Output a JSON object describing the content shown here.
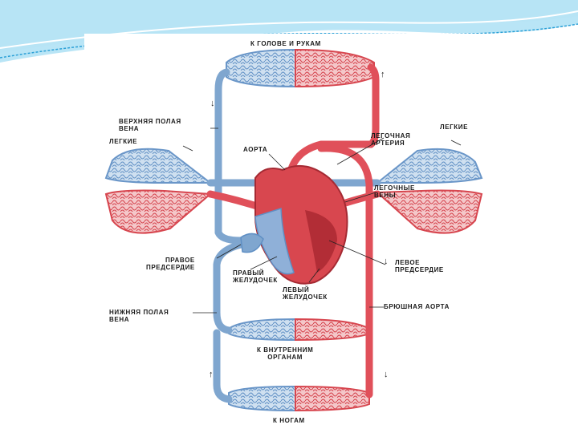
{
  "labels": {
    "to_head_arms": "К ГОЛОВЕ И РУКАМ",
    "superior_vena_cava": [
      "ВЕРХНЯЯ ПОЛАЯ",
      "ВЕНА"
    ],
    "lungs_left": "ЛЕГКИЕ",
    "lungs_right": "ЛЕГКИЕ",
    "aorta": "АОРТА",
    "pulmonary_artery": [
      "ЛЕГОЧНАЯ",
      "АРТЕРИЯ"
    ],
    "pulmonary_veins": [
      "ЛЕГОЧНЫЕ",
      "ВЕНЫ"
    ],
    "right_atrium": [
      "ПРАВОЕ",
      "ПРЕДСЕРДИЕ"
    ],
    "right_ventricle": [
      "ПРАВЫЙ",
      "ЖЕЛУДОЧЕК"
    ],
    "left_atrium": [
      "ЛЕВОЕ",
      "ПРЕДСЕРДИЕ"
    ],
    "left_ventricle": [
      "ЛЕВЫЙ",
      "ЖЕЛУДОЧЕК"
    ],
    "inferior_vena_cava": [
      "НИЖНЯЯ ПОЛАЯ",
      "ВЕНА"
    ],
    "abdominal_aorta": "БРЮШНАЯ АОРТА",
    "to_internal_organs": [
      "К ВНУТРЕННИМ",
      "ОРГАНАМ"
    ],
    "to_legs": "К НОГАМ"
  },
  "colors": {
    "venous_blue": "#7fa6cf",
    "arterial_red": "#e0505a",
    "heart_dark": "#b0303a",
    "slide_wave": "#3aa8d8"
  }
}
